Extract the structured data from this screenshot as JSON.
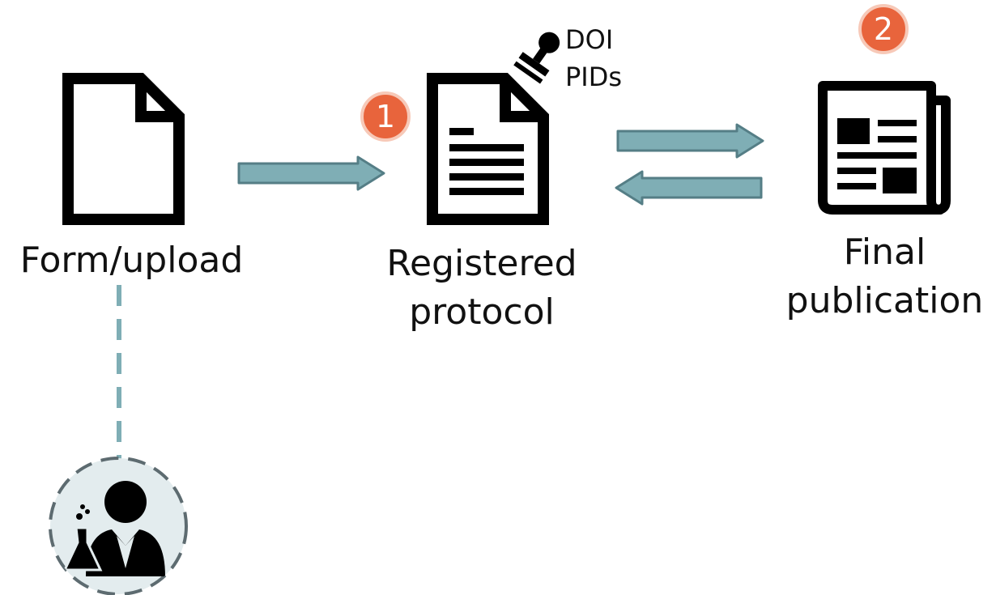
{
  "steps": {
    "form": {
      "label": "Form/upload"
    },
    "registered": {
      "line1": "Registered",
      "line2": "protocol"
    },
    "final": {
      "line1": "Final",
      "line2": "publication"
    }
  },
  "stamp": {
    "line1": "DOI",
    "line2": "PIDs"
  },
  "badges": {
    "first": "1",
    "second": "2"
  },
  "colors": {
    "arrow_fill": "#7faeb5",
    "arrow_stroke": "#557e86",
    "badge": "#e8643c",
    "dashed_line": "#7faeb5",
    "person_circle_fill": "#e3ecee",
    "person_circle_stroke": "#5d6b70",
    "icon": "#000000"
  },
  "icons": {
    "blank_document": "blank-document-icon",
    "text_document": "text-document-icon",
    "newspaper": "newspaper-icon",
    "stamp": "stamp-icon",
    "scientist": "scientist-icon"
  }
}
